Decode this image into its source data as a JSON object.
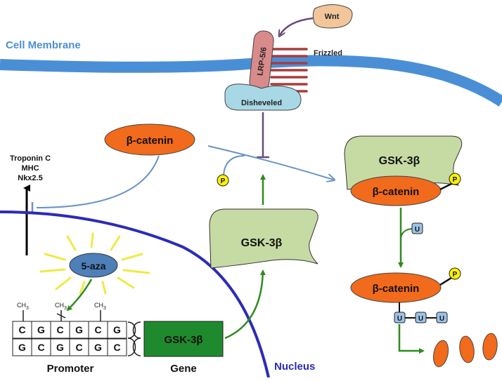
{
  "labels": {
    "cell_membrane": "Cell Membrane",
    "wnt": "Wnt",
    "frizzled": "Frizzled",
    "lrp": "LRP-5/6",
    "disheveled": "Disheveled",
    "beta_catenin": "β-catenin",
    "gsk3b": "GSK-3β",
    "troponin": "Troponin C",
    "mhc": "MHC",
    "nkx": "Nkx2.5",
    "five_aza": "5-aza",
    "phospho": "P",
    "ubiquitin": "U",
    "ch3": "CH",
    "ch3_sub": "3",
    "promoter": "Promoter",
    "gene": "Gene",
    "nucleus": "Nucleus"
  },
  "promoter_top_row": [
    "C",
    "G",
    "C",
    "G",
    "C",
    "G"
  ],
  "promoter_bottom_row": [
    "G",
    "C",
    "G",
    "C",
    "G",
    "C"
  ],
  "colors": {
    "membrane": "#4a8fd6",
    "frizzled": "#a83c3c",
    "lrp": "#d98a8a",
    "wnt": "#f2c59a",
    "disheveled": "#a8d8e6",
    "beta_catenin": "#f26a1b",
    "gsk3b": "#c6dba3",
    "phospho": "#fff200",
    "ubiquitin": "#9cc3e6",
    "five_aza": "#4d7fb8",
    "gene_box": "#1f8a2d",
    "nucleus": "#2b2bb8",
    "inhibit_blue": "#6a93c4",
    "inhibit_purple": "#6b4a7a",
    "green_arrow": "#2e8b1e",
    "rays": "#f0ea45"
  }
}
